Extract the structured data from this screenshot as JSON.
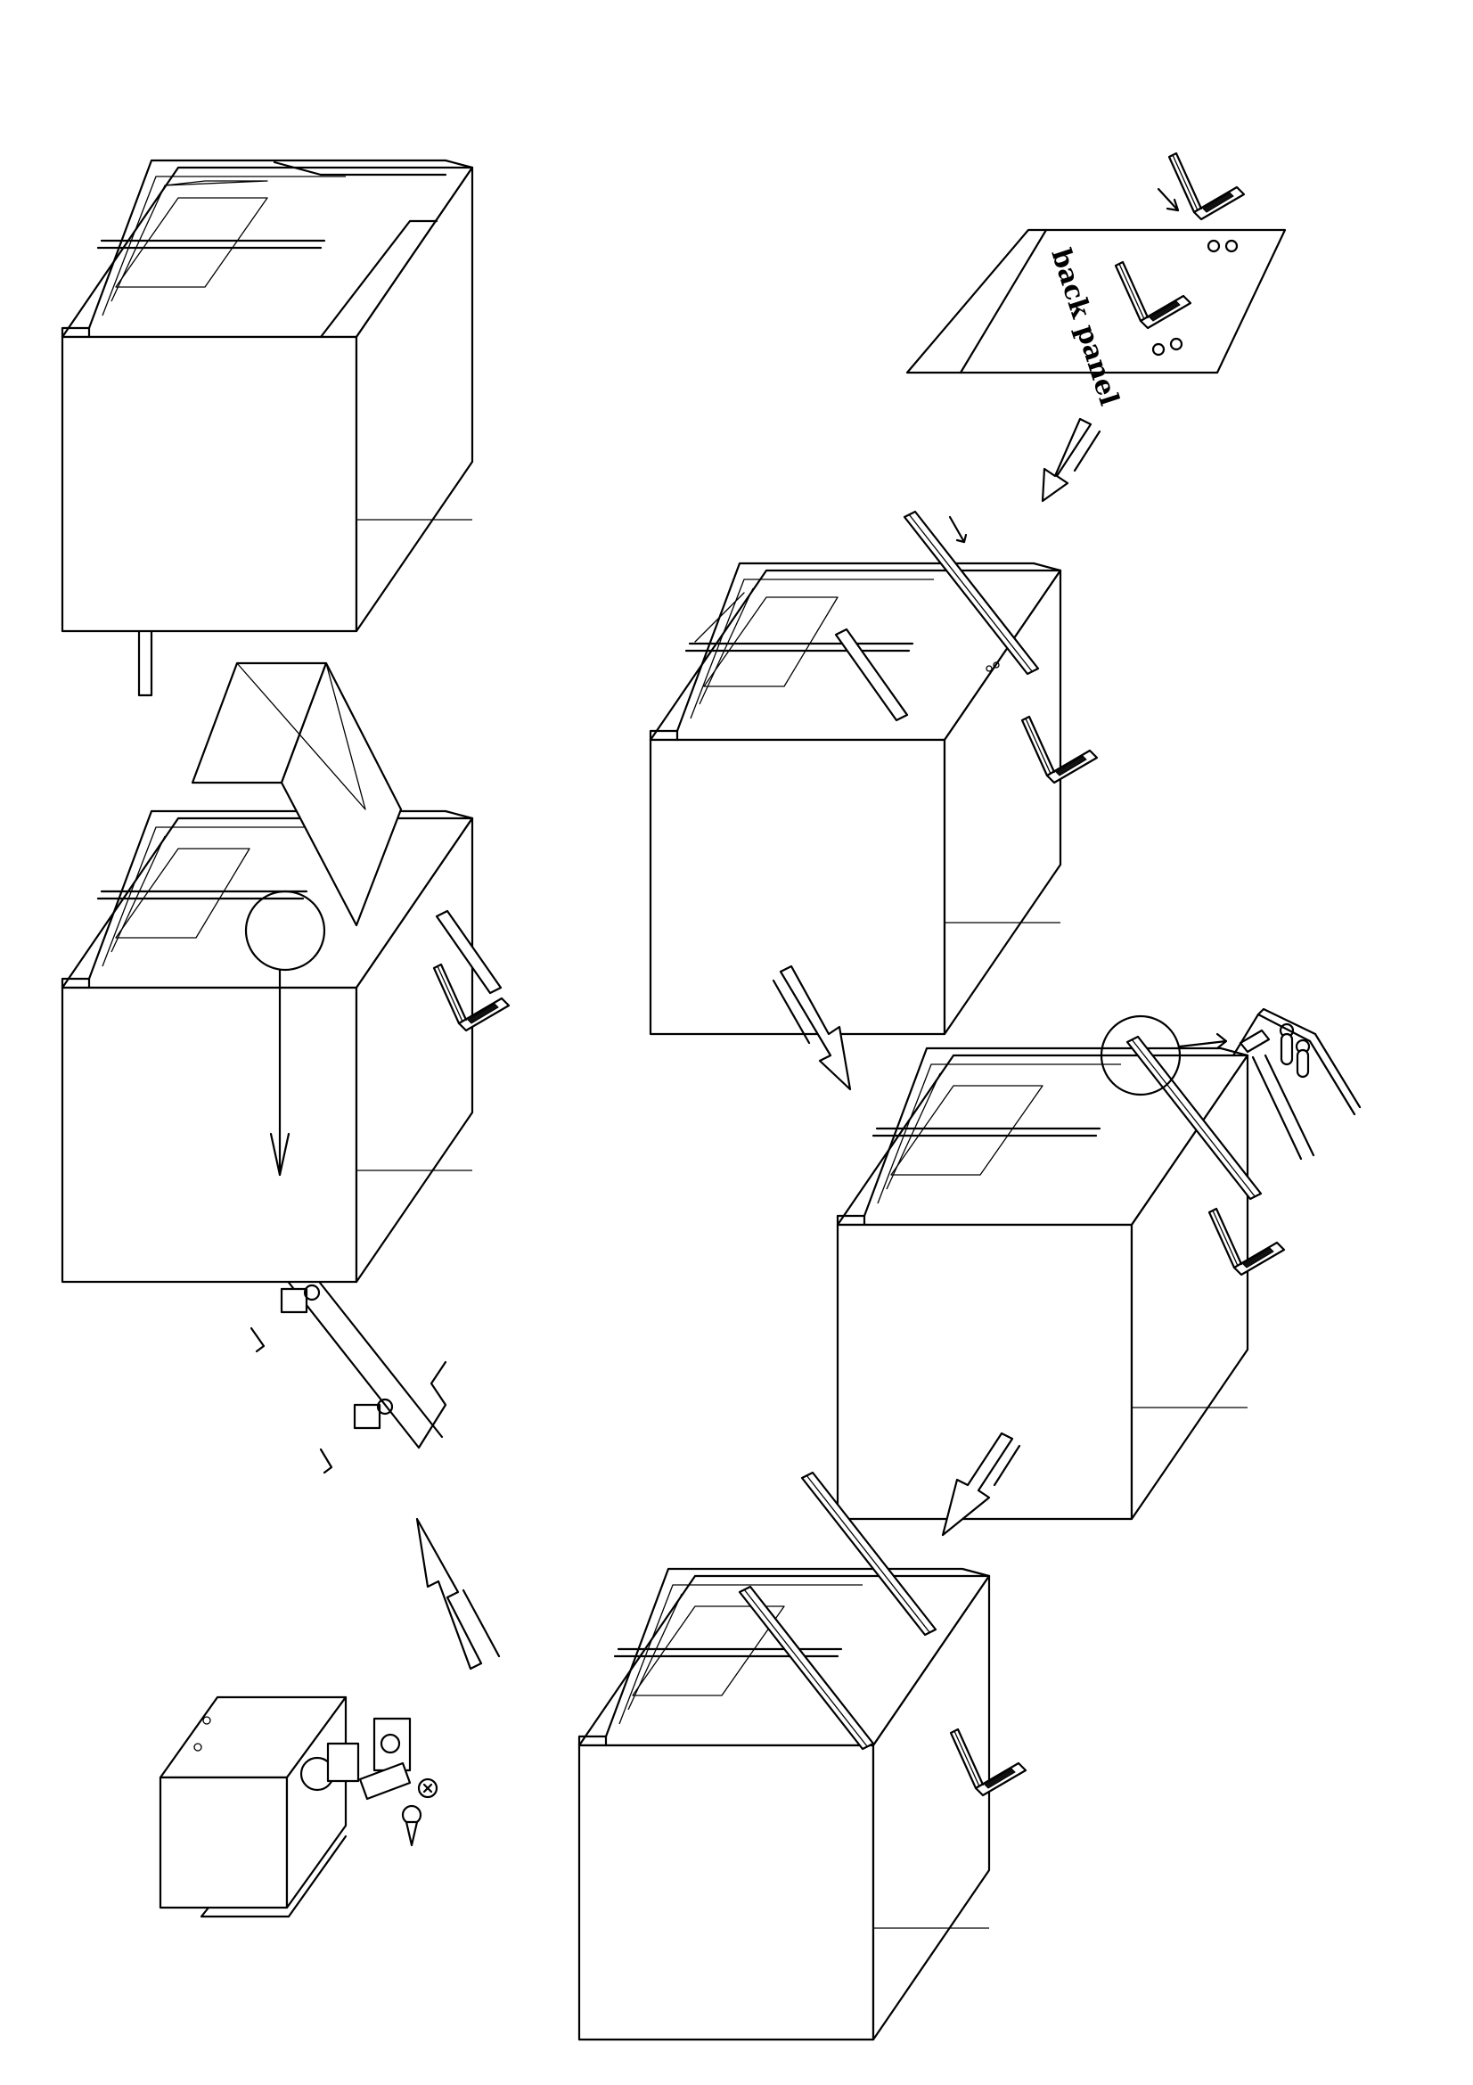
{
  "diagram": {
    "labels": {
      "back_panel": "back panel"
    },
    "steps": [
      {
        "id": "cabinet-with-back-panel"
      },
      {
        "id": "cabinet-with-rails"
      },
      {
        "id": "cabinet-rail-detail"
      },
      {
        "id": "cabinet-second-rail"
      },
      {
        "id": "drawer-with-hardware"
      },
      {
        "id": "hardware-detail"
      },
      {
        "id": "cabinet-drawer-inserted"
      },
      {
        "id": "cabinet-finished"
      }
    ],
    "colors": {
      "line": "#000000",
      "background": "#ffffff"
    }
  }
}
